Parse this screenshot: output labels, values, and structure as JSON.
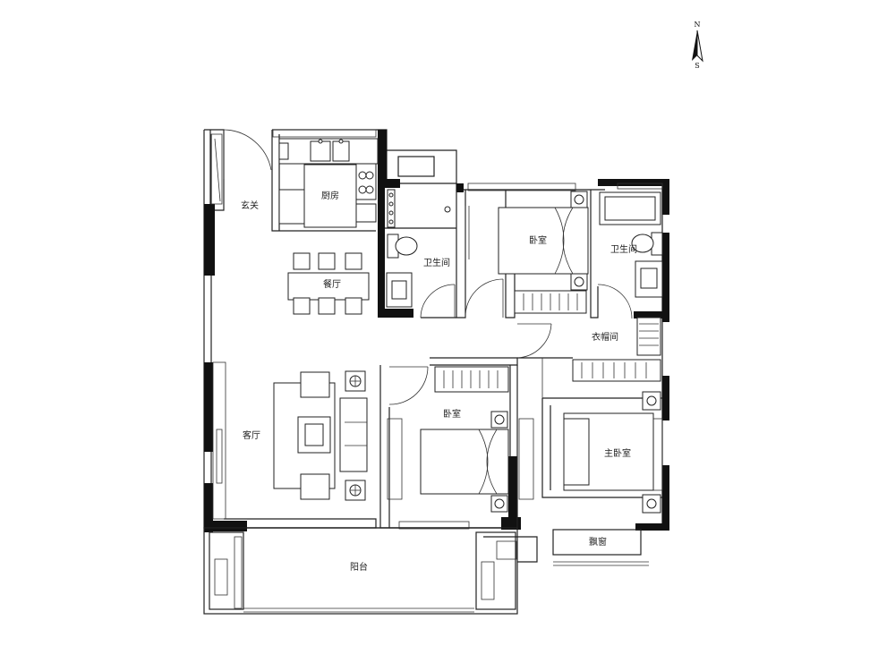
{
  "compass": {
    "north": "N",
    "south": "S"
  },
  "rooms": {
    "entrance": "玄关",
    "kitchen": "厨房",
    "dining": "餐厅",
    "living": "客厅",
    "bathroom_public": "卫生间",
    "bedroom_north": "卧室",
    "bathroom_master": "卫生间",
    "cloakroom": "衣帽间",
    "bedroom_south": "卧室",
    "master_bedroom": "主卧室",
    "bay_window": "飘窗",
    "balcony": "阳台"
  }
}
